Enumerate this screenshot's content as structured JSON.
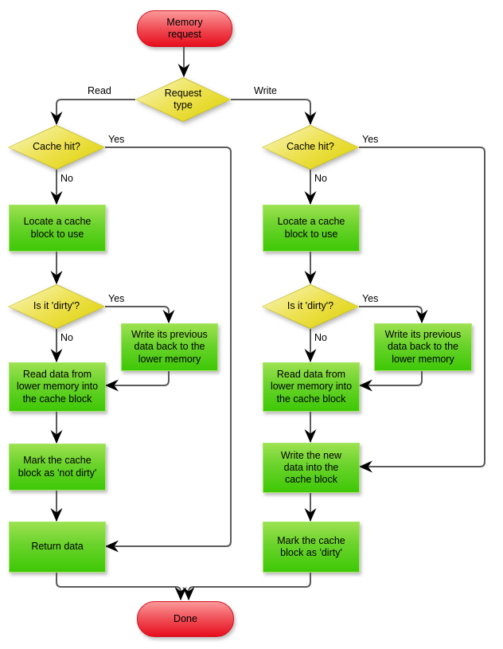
{
  "colors": {
    "process_fill_top": "#9ce150",
    "process_fill_bottom": "#3ec806",
    "process_border": "#a6e76b",
    "decision_fill_top": "#f8f6c4",
    "decision_fill_bottom": "#dcd000",
    "decision_border": "#c3ba10",
    "terminator_fill_top": "#fb9898",
    "terminator_fill_bottom": "#e70e1d",
    "terminator_border": "#d2101f",
    "connector": "#5b5b5b",
    "arrowhead": "#000000"
  },
  "nodes": {
    "memory_request": "Memory\nrequest",
    "request_type": "Request\ntype",
    "cache_hit_read": "Cache hit?",
    "cache_hit_write": "Cache hit?",
    "locate_block_read": "Locate a cache\nblock to use",
    "locate_block_write": "Locate a cache\nblock to use",
    "is_dirty_read": "Is it 'dirty'?",
    "is_dirty_write": "Is it 'dirty'?",
    "write_back_read": "Write its previous\ndata back to the\nlower memory",
    "write_back_write": "Write its previous\ndata back to the\nlower memory",
    "read_lower_read": "Read data from\nlower memory into\nthe cache block",
    "read_lower_write": "Read data from\nlower memory into\nthe cache block",
    "mark_not_dirty": "Mark the cache\nblock as 'not dirty'",
    "write_new_data": "Write the new\ndata into the\ncache block",
    "return_data": "Return data",
    "mark_dirty": "Mark the cache\nblock as 'dirty'",
    "done": "Done"
  },
  "edge_labels": {
    "request_read": "Read",
    "request_write": "Write",
    "cache_hit_read_yes": "Yes",
    "cache_hit_read_no": "No",
    "dirty_read_yes": "Yes",
    "dirty_read_no": "No",
    "cache_hit_write_yes": "Yes",
    "cache_hit_write_no": "No",
    "dirty_write_yes": "Yes",
    "dirty_write_no": "No"
  }
}
